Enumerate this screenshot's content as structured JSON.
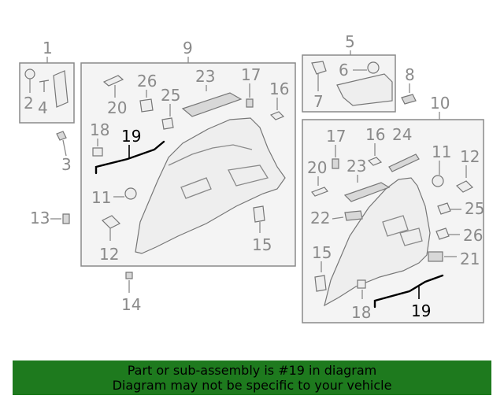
{
  "callouts": {
    "c1": "1",
    "c2": "2",
    "c3": "3",
    "c4": "4",
    "c5": "5",
    "c6": "6",
    "c7": "7",
    "c8": "8",
    "c9": "9",
    "c10": "10",
    "b9_20": "20",
    "b9_26": "26",
    "b9_23": "23",
    "b9_25": "25",
    "b9_17": "17",
    "b9_16": "16",
    "b9_18": "18",
    "b9_19": "19",
    "b9_11": "11",
    "b9_12": "12",
    "b9_15": "15",
    "c13": "13",
    "c14": "14",
    "b10_17": "17",
    "b10_16": "16",
    "b10_24": "24",
    "b10_20": "20",
    "b10_23": "23",
    "b10_11": "11",
    "b10_12": "12",
    "b10_22": "22",
    "b10_25": "25",
    "b10_26": "26",
    "b10_15": "15",
    "b10_21": "21",
    "b10_18": "18",
    "b10_19": "19"
  },
  "banner": {
    "line1": "Part or sub-assembly is #19 in diagram",
    "line2": "Diagram may not be specific to your vehicle"
  },
  "colors": {
    "banner_bg": "#1e7a1e",
    "highlight": "#000000",
    "callout": "#8a8a8a"
  }
}
